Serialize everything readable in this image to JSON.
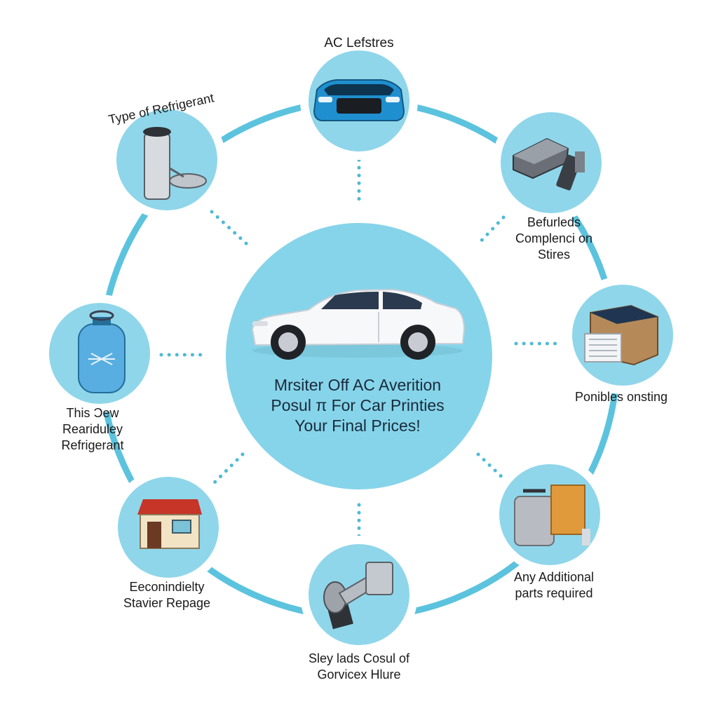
{
  "colors": {
    "ring": "#5cc3de",
    "node_fill": "#8fd6ea",
    "center_fill": "#86d4ea",
    "dots": "#4fb9d6",
    "text": "#1a1a1a"
  },
  "center": {
    "icon": "sedan-car-icon",
    "lines": [
      "Mrsiter Off AC Averition",
      "Posul π For Car Printies",
      "Your Final Prices!"
    ]
  },
  "nodes": [
    {
      "id": "ac-lefstres",
      "icon": "blue-car-front-icon",
      "label_lines": [
        "AC Lefstres"
      ]
    },
    {
      "id": "befurleds",
      "icon": "ac-compressor-icon",
      "label_lines": [
        "Befurleds",
        "Complenci on",
        "Stires"
      ]
    },
    {
      "id": "ponibles",
      "icon": "parts-box-icon",
      "label_lines": [
        "Ponibles onsting"
      ]
    },
    {
      "id": "additional-parts",
      "icon": "tank-and-box-icon",
      "label_lines": [
        "Any Additional",
        "parts required"
      ]
    },
    {
      "id": "service-hure",
      "icon": "pipe-fitting-icon",
      "label_lines": [
        "Sley lads Cosul of",
        "Gorvicex Hlure"
      ]
    },
    {
      "id": "service-repage",
      "icon": "garage-building-icon",
      "label_lines": [
        "Eeconindielty",
        "Stavier Repage"
      ]
    },
    {
      "id": "refrigerant-gas",
      "icon": "gas-cylinder-icon",
      "label_lines": [
        "This Ɔew",
        "Reariduleу",
        "Refrigerant"
      ]
    },
    {
      "id": "refrigerant-type",
      "icon": "refrigerant-gauge-icon",
      "label_lines": [
        "Type of Refrigerant"
      ]
    }
  ]
}
